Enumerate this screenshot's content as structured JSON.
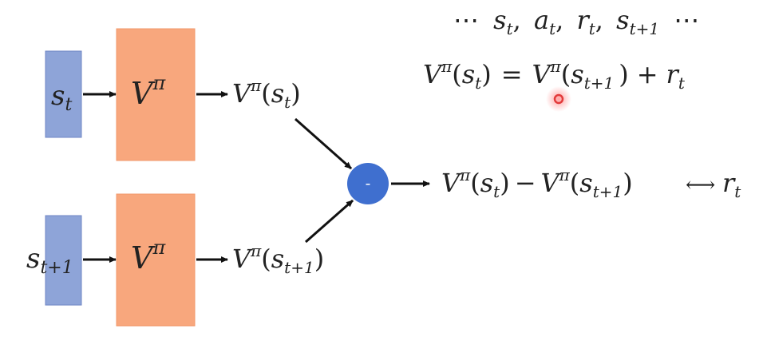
{
  "colors": {
    "input_box": "#8ea4d8",
    "input_box_border": "#6f86c4",
    "network_box": "#f8a77d",
    "network_box_border": "#f29a6c",
    "minus_node": "#3f6fcf",
    "text": "#222222",
    "cursor": "#e23a3a"
  },
  "inputs": [
    {
      "symbol": "s",
      "subscript": "t"
    },
    {
      "symbol": "s",
      "subscript": "t+1"
    }
  ],
  "networks": [
    {
      "symbol": "V",
      "superscript": "π"
    },
    {
      "symbol": "V",
      "superscript": "π"
    }
  ],
  "outputs": [
    {
      "func": "V",
      "superscript": "π",
      "arg": "s",
      "arg_subscript": "t"
    },
    {
      "func": "V",
      "superscript": "π",
      "arg": "s",
      "arg_subscript": "t+1"
    }
  ],
  "minus_node": {
    "label": "-"
  },
  "sequence": {
    "leading": "⋯",
    "items": [
      {
        "symbol": "s",
        "subscript": "t"
      },
      {
        "symbol": "a",
        "subscript": "t"
      },
      {
        "symbol": "r",
        "subscript": "t"
      },
      {
        "symbol": "s",
        "subscript": "t+1"
      }
    ],
    "trailing": "⋯"
  },
  "bellman": {
    "lhs": {
      "func": "V",
      "superscript": "π",
      "arg": "s",
      "arg_subscript": "t"
    },
    "equals": "=",
    "rhs_term": {
      "func": "V",
      "superscript": "π",
      "arg": "s",
      "arg_subscript": "t+1"
    },
    "plus": "+",
    "reward": {
      "symbol": "r",
      "subscript": "t"
    }
  },
  "difference": {
    "left": {
      "func": "V",
      "superscript": "π",
      "arg": "s",
      "arg_subscript": "t"
    },
    "minus": "−",
    "right": {
      "func": "V",
      "superscript": "π",
      "arg": "s",
      "arg_subscript": "t+1"
    },
    "arrow": "⟷",
    "target": {
      "symbol": "r",
      "subscript": "t"
    }
  }
}
